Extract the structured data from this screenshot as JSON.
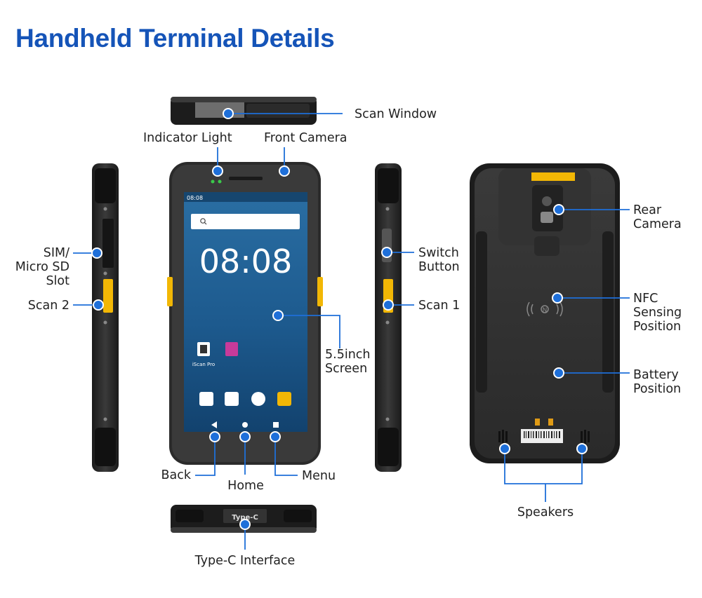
{
  "page": {
    "title": "Handheld Terminal Details"
  },
  "colors": {
    "accent": "#1554b8",
    "marker": "#1e6fd9",
    "device_body": "#2b2b2b",
    "screen": "#1f5d91",
    "scan_key": "#f2b705"
  },
  "screen": {
    "time_small": "08:08",
    "clock": "08:08",
    "app_label": "iScan Pro"
  },
  "device": {
    "bottom_port_label": "Type-C"
  },
  "labels": {
    "scan_window": "Scan Window",
    "indicator_light": "Indicator Light",
    "front_camera": "Front Camera",
    "sim_1": "SIM/",
    "sim_2": "Micro SD",
    "sim_3": "Slot",
    "scan_2": "Scan 2",
    "switch_1": "Switch",
    "switch_2": "Button",
    "scan_1": "Scan 1",
    "screen_1": "5.5inch",
    "screen_2": "Screen",
    "back": "Back",
    "home": "Home",
    "menu": "Menu",
    "type_c": "Type-C Interface",
    "rear_1": "Rear",
    "rear_2": "Camera",
    "nfc_1": "NFC",
    "nfc_2": "Sensing",
    "nfc_3": "Position",
    "battery_1": "Battery",
    "battery_2": "Position",
    "speakers": "Speakers"
  }
}
